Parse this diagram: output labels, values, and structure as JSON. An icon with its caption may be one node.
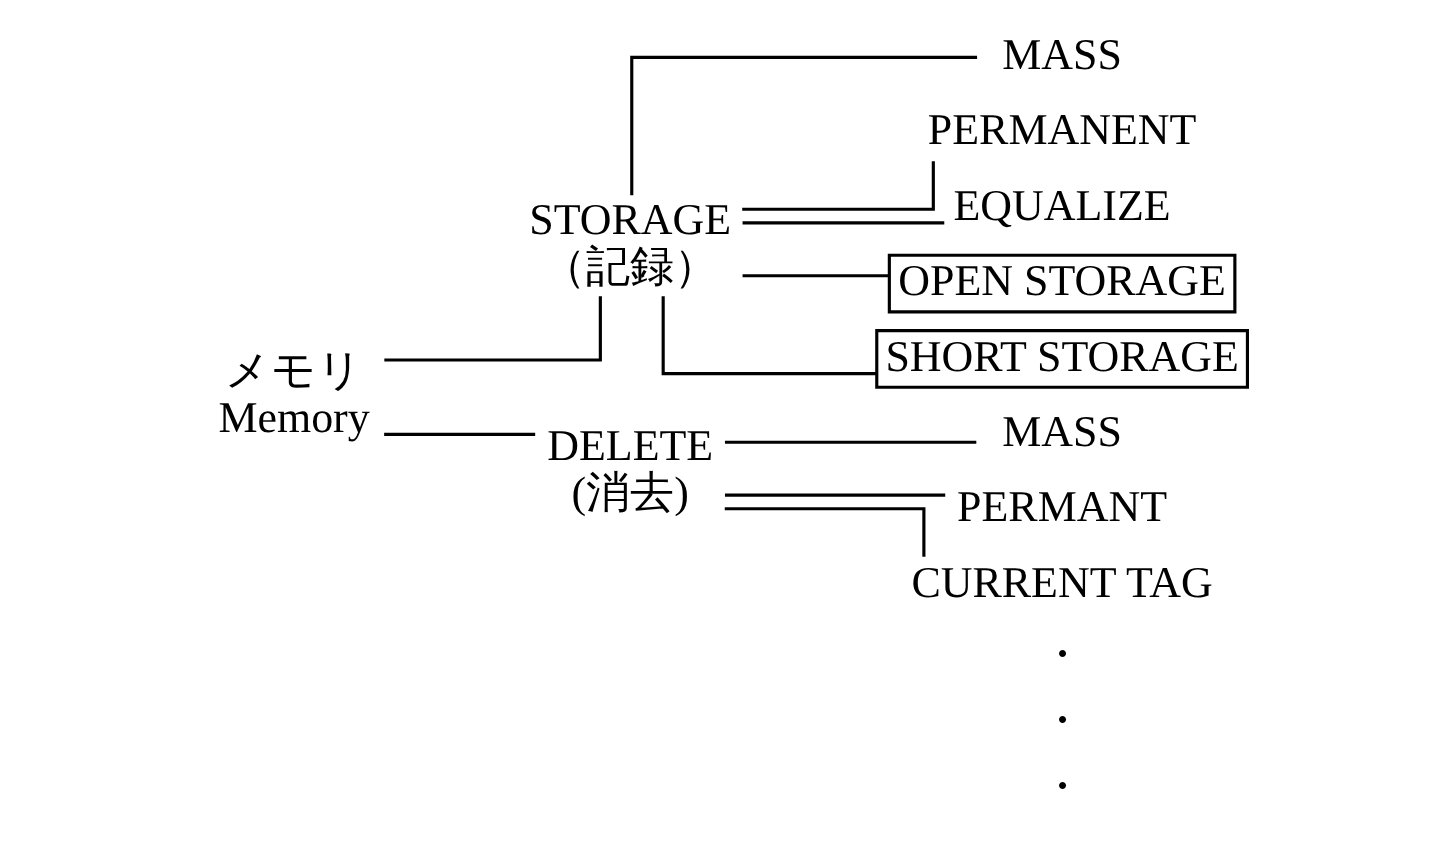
{
  "diagram": {
    "nodes": [
      {
        "text": [
          "メモリ",
          "Memory"
        ]
      },
      {
        "text": [
          "STORAGE",
          "（記録）"
        ]
      },
      {
        "text": [
          "MASS"
        ]
      },
      {
        "text": [
          "PERMANENT"
        ]
      },
      {
        "text": [
          "EQUALIZE"
        ]
      },
      {
        "text": [
          "OPEN STORAGE"
        ]
      },
      {
        "text": [
          "SHORT STORAGE"
        ]
      },
      {
        "text": [
          "DELETE",
          "(消去)"
        ]
      },
      {
        "text": [
          "MASS"
        ]
      },
      {
        "text": [
          "PERMANT"
        ]
      },
      {
        "text": [
          "CURRENT TAG"
        ]
      }
    ],
    "edges": [
      {
        "from": 0,
        "to": 1,
        "arrow": "none"
      },
      {
        "from": 0,
        "to": 7,
        "arrow": "none"
      },
      {
        "from": 1,
        "to": 2,
        "arrow": "none"
      },
      {
        "from": 1,
        "to": 3,
        "arrow": "none"
      },
      {
        "from": 1,
        "to": 4,
        "arrow": "none"
      },
      {
        "from": 1,
        "to": 5,
        "arrow": "none"
      },
      {
        "from": 1,
        "to": 6,
        "arrow": "none"
      },
      {
        "from": 7,
        "to": 8,
        "arrow": "none"
      },
      {
        "from": 7,
        "to": 9,
        "arrow": "none"
      },
      {
        "from": 7,
        "to": 10,
        "arrow": "none"
      }
    ],
    "labels": [
      "・",
      "・",
      "・"
    ]
  }
}
